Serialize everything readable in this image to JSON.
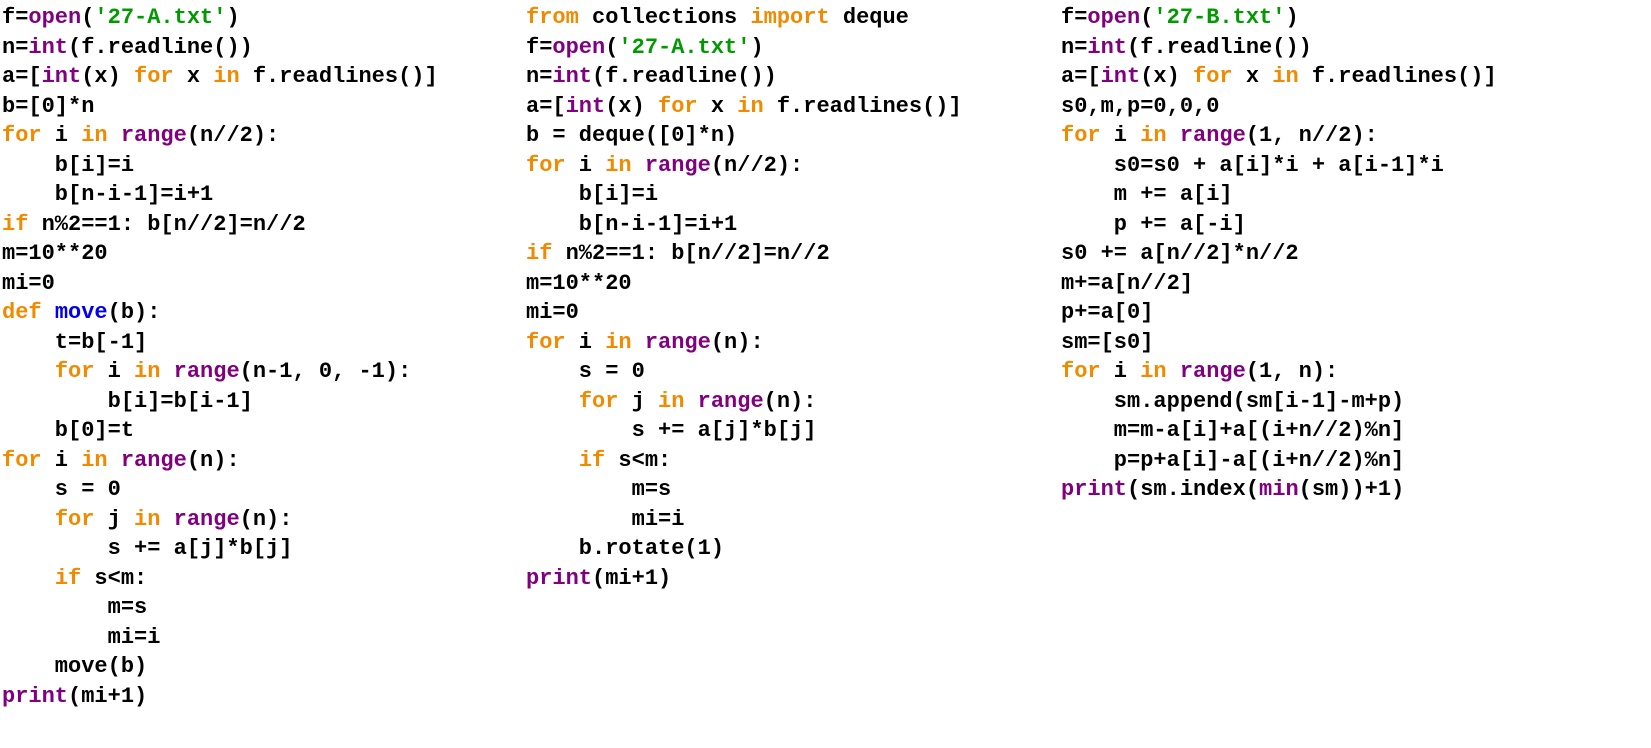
{
  "columns": [
    {
      "lines": [
        [
          [
            "t",
            "f="
          ],
          [
            "b",
            "open"
          ],
          [
            "t",
            "("
          ],
          [
            "s",
            "'27-A.txt'"
          ],
          [
            "t",
            ")"
          ]
        ],
        [
          [
            "t",
            "n="
          ],
          [
            "b",
            "int"
          ],
          [
            "t",
            "(f.readline())"
          ]
        ],
        [
          [
            "t",
            "a=["
          ],
          [
            "b",
            "int"
          ],
          [
            "t",
            "(x) "
          ],
          [
            "k",
            "for"
          ],
          [
            "t",
            " x "
          ],
          [
            "k",
            "in"
          ],
          [
            "t",
            " f.readlines()]"
          ]
        ],
        [
          [
            "t",
            "b=[0]*n"
          ]
        ],
        [
          [
            "k",
            "for"
          ],
          [
            "t",
            " i "
          ],
          [
            "k",
            "in"
          ],
          [
            "t",
            " "
          ],
          [
            "b",
            "range"
          ],
          [
            "t",
            "(n//2):"
          ]
        ],
        [
          [
            "t",
            "    b[i]=i"
          ]
        ],
        [
          [
            "t",
            "    b[n-i-1]=i+1"
          ]
        ],
        [
          [
            "k",
            "if"
          ],
          [
            "t",
            " n%2==1: b[n//2]=n//2"
          ]
        ],
        [
          [
            "t",
            "m=10**20"
          ]
        ],
        [
          [
            "t",
            "mi=0"
          ]
        ],
        [
          [
            "k",
            "def"
          ],
          [
            "t",
            " "
          ],
          [
            "f",
            "move"
          ],
          [
            "t",
            "(b):"
          ]
        ],
        [
          [
            "t",
            "    t=b[-1]"
          ]
        ],
        [
          [
            "t",
            "    "
          ],
          [
            "k",
            "for"
          ],
          [
            "t",
            " i "
          ],
          [
            "k",
            "in"
          ],
          [
            "t",
            " "
          ],
          [
            "b",
            "range"
          ],
          [
            "t",
            "(n-1, 0, -1):"
          ]
        ],
        [
          [
            "t",
            "        b[i]=b[i-1]"
          ]
        ],
        [
          [
            "t",
            "    b[0]=t"
          ]
        ],
        [
          [
            "k",
            "for"
          ],
          [
            "t",
            " i "
          ],
          [
            "k",
            "in"
          ],
          [
            "t",
            " "
          ],
          [
            "b",
            "range"
          ],
          [
            "t",
            "(n):"
          ]
        ],
        [
          [
            "t",
            "    s = 0"
          ]
        ],
        [
          [
            "t",
            "    "
          ],
          [
            "k",
            "for"
          ],
          [
            "t",
            " j "
          ],
          [
            "k",
            "in"
          ],
          [
            "t",
            " "
          ],
          [
            "b",
            "range"
          ],
          [
            "t",
            "(n):"
          ]
        ],
        [
          [
            "t",
            "        s += a[j]*b[j]"
          ]
        ],
        [
          [
            "t",
            "    "
          ],
          [
            "k",
            "if"
          ],
          [
            "t",
            " s<m:"
          ]
        ],
        [
          [
            "t",
            "        m=s"
          ]
        ],
        [
          [
            "t",
            "        mi=i"
          ]
        ],
        [
          [
            "t",
            "    move(b)"
          ]
        ],
        [
          [
            "b",
            "print"
          ],
          [
            "t",
            "(mi+1)"
          ]
        ]
      ]
    },
    {
      "lines": [
        [
          [
            "k",
            "from"
          ],
          [
            "t",
            " collections "
          ],
          [
            "k",
            "import"
          ],
          [
            "t",
            " deque"
          ]
        ],
        [
          [
            "t",
            "f="
          ],
          [
            "b",
            "open"
          ],
          [
            "t",
            "("
          ],
          [
            "s",
            "'27-A.txt'"
          ],
          [
            "t",
            ")"
          ]
        ],
        [
          [
            "t",
            "n="
          ],
          [
            "b",
            "int"
          ],
          [
            "t",
            "(f.readline())"
          ]
        ],
        [
          [
            "t",
            "a=["
          ],
          [
            "b",
            "int"
          ],
          [
            "t",
            "(x) "
          ],
          [
            "k",
            "for"
          ],
          [
            "t",
            " x "
          ],
          [
            "k",
            "in"
          ],
          [
            "t",
            " f.readlines()]"
          ]
        ],
        [
          [
            "t",
            "b = deque([0]*n)"
          ]
        ],
        [
          [
            "k",
            "for"
          ],
          [
            "t",
            " i "
          ],
          [
            "k",
            "in"
          ],
          [
            "t",
            " "
          ],
          [
            "b",
            "range"
          ],
          [
            "t",
            "(n//2):"
          ]
        ],
        [
          [
            "t",
            "    b[i]=i"
          ]
        ],
        [
          [
            "t",
            "    b[n-i-1]=i+1"
          ]
        ],
        [
          [
            "k",
            "if"
          ],
          [
            "t",
            " n%2==1: b[n//2]=n//2"
          ]
        ],
        [
          [
            "t",
            "m=10**20"
          ]
        ],
        [
          [
            "t",
            "mi=0"
          ]
        ],
        [
          [
            "k",
            "for"
          ],
          [
            "t",
            " i "
          ],
          [
            "k",
            "in"
          ],
          [
            "t",
            " "
          ],
          [
            "b",
            "range"
          ],
          [
            "t",
            "(n):"
          ]
        ],
        [
          [
            "t",
            "    s = 0"
          ]
        ],
        [
          [
            "t",
            "    "
          ],
          [
            "k",
            "for"
          ],
          [
            "t",
            " j "
          ],
          [
            "k",
            "in"
          ],
          [
            "t",
            " "
          ],
          [
            "b",
            "range"
          ],
          [
            "t",
            "(n):"
          ]
        ],
        [
          [
            "t",
            "        s += a[j]*b[j]"
          ]
        ],
        [
          [
            "t",
            "    "
          ],
          [
            "k",
            "if"
          ],
          [
            "t",
            " s<m:"
          ]
        ],
        [
          [
            "t",
            "        m=s"
          ]
        ],
        [
          [
            "t",
            "        mi=i"
          ]
        ],
        [
          [
            "t",
            "    b.rotate(1)"
          ]
        ],
        [
          [
            "b",
            "print"
          ],
          [
            "t",
            "(mi+1)"
          ]
        ]
      ]
    },
    {
      "lines": [
        [
          [
            "t",
            "f="
          ],
          [
            "b",
            "open"
          ],
          [
            "t",
            "("
          ],
          [
            "s",
            "'27-B.txt'"
          ],
          [
            "t",
            ")"
          ]
        ],
        [
          [
            "t",
            "n="
          ],
          [
            "b",
            "int"
          ],
          [
            "t",
            "(f.readline())"
          ]
        ],
        [
          [
            "t",
            "a=["
          ],
          [
            "b",
            "int"
          ],
          [
            "t",
            "(x) "
          ],
          [
            "k",
            "for"
          ],
          [
            "t",
            " x "
          ],
          [
            "k",
            "in"
          ],
          [
            "t",
            " f.readlines()]"
          ]
        ],
        [
          [
            "t",
            "s0,m,p=0,0,0"
          ]
        ],
        [
          [
            "k",
            "for"
          ],
          [
            "t",
            " i "
          ],
          [
            "k",
            "in"
          ],
          [
            "t",
            " "
          ],
          [
            "b",
            "range"
          ],
          [
            "t",
            "(1, n//2):"
          ]
        ],
        [
          [
            "t",
            "    s0=s0 + a[i]*i + a[i-1]*i"
          ]
        ],
        [
          [
            "t",
            "    m += a[i]"
          ]
        ],
        [
          [
            "t",
            "    p += a[-i]"
          ]
        ],
        [
          [
            "t",
            "s0 += a[n//2]*n//2"
          ]
        ],
        [
          [
            "t",
            "m+=a[n//2]"
          ]
        ],
        [
          [
            "t",
            "p+=a[0]"
          ]
        ],
        [
          [
            "t",
            "sm=[s0]"
          ]
        ],
        [
          [
            "k",
            "for"
          ],
          [
            "t",
            " i "
          ],
          [
            "k",
            "in"
          ],
          [
            "t",
            " "
          ],
          [
            "b",
            "range"
          ],
          [
            "t",
            "(1, n):"
          ]
        ],
        [
          [
            "t",
            "    sm.append(sm[i-1]-m+p)"
          ]
        ],
        [
          [
            "t",
            "    m=m-a[i]+a[(i+n//2)%n]"
          ]
        ],
        [
          [
            "t",
            "    p=p+a[i]-a[(i+n//2)%n]"
          ]
        ],
        [
          [
            "b",
            "print"
          ],
          [
            "t",
            "(sm.index("
          ],
          [
            "b",
            "min"
          ],
          [
            "t",
            "(sm))+1)"
          ]
        ]
      ]
    }
  ],
  "syntax_colors": {
    "keyword": "#f28a00",
    "builtin": "#800080",
    "string": "#009900",
    "function_name": "#0000ee",
    "text": "#000000"
  }
}
